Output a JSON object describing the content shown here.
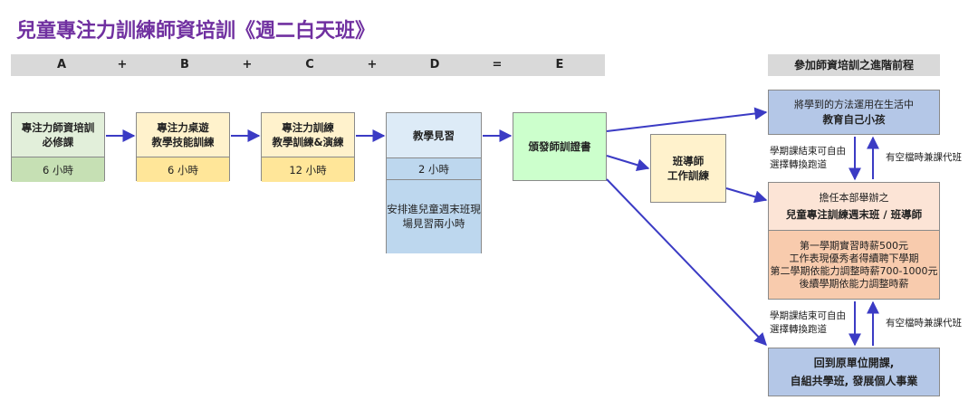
{
  "title": "兒童專注力訓練師資培訓《週二白天班》",
  "formula": {
    "a": "A",
    "b": "B",
    "c": "C",
    "d": "D",
    "e": "E",
    "plus": "+",
    "equals": "="
  },
  "right_header": "參加師資培訓之進階前程",
  "steps": [
    {
      "title_1": "專注力師資培訓",
      "title_2": "必修課",
      "hours": "6 小時"
    },
    {
      "title_1": "專注力桌遊",
      "title_2": "教學技能訓練",
      "hours": "6 小時"
    },
    {
      "title_1": "專注力訓練",
      "title_2": "教學訓練&演練",
      "hours": "12 小時"
    },
    {
      "title": "教學見習",
      "hours": "2 小時",
      "note_1": "安排進兒童週末班現",
      "note_2": "場見習兩小時"
    }
  ],
  "certificate": "頒發師訓證書",
  "mentor": {
    "line1": "班導師",
    "line2": "工作訓練"
  },
  "outcomes": {
    "self": {
      "line1": "將學到的方法運用在生活中",
      "line2": "教育自己小孩"
    },
    "job": {
      "line1": "擔任本部舉辦之",
      "line2": "兒童專注訓練週末班 / 班導師",
      "details": [
        "第一學期實習時薪500元",
        "工作表現優秀者得續聘下學期",
        "第二學期依能力調整時薪700-1000元",
        "後續學期依能力調整時薪"
      ]
    },
    "return": {
      "line1": "回到原單位開課,",
      "line2": "自組共學班, 發展個人事業"
    }
  },
  "side_notes": {
    "switch_1": "學期課結束可自由",
    "switch_2": "選擇轉換跑道",
    "parttime": "有空檔時兼課代班"
  },
  "colors": {
    "title": "#7030A0",
    "arrow": "#3B3BC4",
    "green_top": "#E2EFDA",
    "green_bot": "#C6E0B4",
    "yellow_top": "#FFF2CC",
    "yellow_bot": "#FFE699",
    "blue_top": "#DDEBF7",
    "blue_bot": "#BDD7EE",
    "cert": "#CCFFCC",
    "job_bot": "#F8CBAD",
    "job_top": "#FCE4D6",
    "outcome_blue": "#B4C7E7"
  }
}
